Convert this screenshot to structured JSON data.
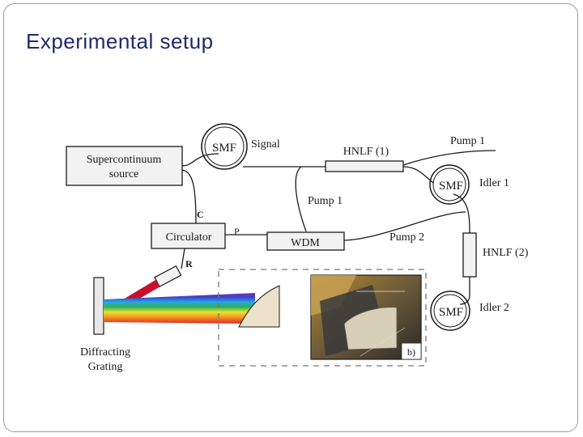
{
  "slide": {
    "title": "Experimental setup"
  },
  "diagram": {
    "source_box": {
      "line1": "Supercontinuum",
      "line2": "source"
    },
    "circulator": "Circulator",
    "wdm": "WDM",
    "smf_top": "SMF",
    "smf_mid": "SMF",
    "smf_bottom": "SMF",
    "hnlf1": "HNLF (1)",
    "hnlf2": "HNLF (2)",
    "signal": "Signal",
    "pump1_top": "Pump 1",
    "pump1_mid": "Pump 1",
    "pump2": "Pump 2",
    "idler1": "Idler 1",
    "idler2": "Idler  2",
    "port_c": "C",
    "port_p": "P",
    "port_r": "R",
    "grating_line1": "Diffracting",
    "grating_line2": "Grating",
    "photo_label": "b)"
  },
  "colors": {
    "line": "#1a1a1a",
    "box_fill": "#f2f2f2",
    "beam_red": "#c8102e",
    "mask_fill": "#ece2cc",
    "title": "#1f2a6b"
  }
}
